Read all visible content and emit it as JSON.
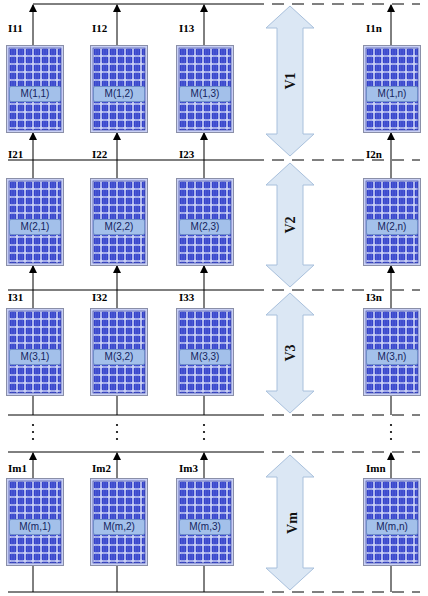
{
  "diagram": {
    "nodes": [
      {
        "text": [
          "M(1,1)"
        ]
      },
      {
        "text": [
          "M(1,2)"
        ]
      },
      {
        "text": [
          "M(1,3)"
        ]
      },
      {
        "text": [
          "M(1,n)"
        ]
      },
      {
        "text": [
          "M(2,1)"
        ]
      },
      {
        "text": [
          "M(2,2)"
        ]
      },
      {
        "text": [
          "M(2,3)"
        ]
      },
      {
        "text": [
          "M(2,n)"
        ]
      },
      {
        "text": [
          "M(3,1)"
        ]
      },
      {
        "text": [
          "M(3,2)"
        ]
      },
      {
        "text": [
          "M(3,3)"
        ]
      },
      {
        "text": [
          "M(3,n)"
        ]
      },
      {
        "text": [
          "M(m,1)"
        ]
      },
      {
        "text": [
          "M(m,2)"
        ]
      },
      {
        "text": [
          "M(m,3)"
        ]
      },
      {
        "text": [
          "M(m,n)"
        ]
      }
    ],
    "edges": [
      {
        "from": 4,
        "to": 0,
        "arrow": "to"
      },
      {
        "from": 5,
        "to": 1,
        "arrow": "to"
      },
      {
        "from": 6,
        "to": 2,
        "arrow": "to"
      },
      {
        "from": 7,
        "to": 3,
        "arrow": "to"
      },
      {
        "from": 8,
        "to": 4,
        "arrow": "to"
      },
      {
        "from": 9,
        "to": 5,
        "arrow": "to"
      },
      {
        "from": 10,
        "to": 6,
        "arrow": "to"
      },
      {
        "from": 11,
        "to": 7,
        "arrow": "to"
      }
    ],
    "labels": [
      "I11",
      "I12",
      "I13",
      "I1n",
      "V1",
      "I21",
      "I22",
      "I23",
      "I2n",
      "V2",
      "I31",
      "I32",
      "I33",
      "I3n",
      "V3",
      "Im1",
      "Im2",
      "Im3",
      "Imn",
      "Vm"
    ]
  }
}
